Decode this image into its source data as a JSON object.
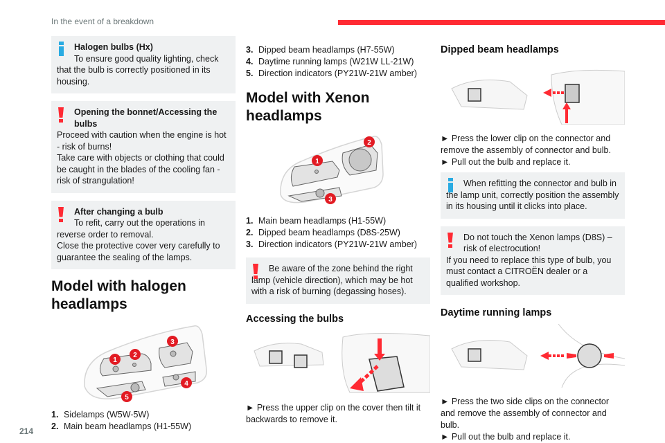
{
  "header": {
    "section_title": "In the event of a breakdown",
    "accent_color": "#ff2a33"
  },
  "footer": {
    "page_number": "214"
  },
  "colors": {
    "info_icon": "#29abe2",
    "warning_icon": "#ff2a33",
    "note_bg": "#eff1f2"
  },
  "column1": {
    "notes": [
      {
        "type": "info",
        "icon": "info-icon",
        "title": "Halogen bulbs (Hx)",
        "lines": [
          "To ensure good quality lighting, check that the bulb is correctly positioned in its housing."
        ]
      },
      {
        "type": "warning",
        "icon": "warning-icon",
        "title": "Opening the bonnet/Accessing the bulbs",
        "lines": [
          "Proceed with caution when the engine is hot - risk of burns!",
          "Take care with objects or clothing that could be caught in the blades of the cooling fan - risk of strangulation!"
        ]
      },
      {
        "type": "warning",
        "icon": "warning-icon",
        "title": "After changing a bulb",
        "lines": [
          "To refit, carry out the operations in reverse order to removal.",
          "Close the protective cover very carefully to guarantee the sealing of the lamps."
        ]
      }
    ],
    "heading": "Model with halogen headlamps",
    "diagram_labels": [
      "1",
      "2",
      "3",
      "4",
      "5"
    ],
    "list": [
      {
        "num": "1.",
        "text": "Sidelamps (W5W-5W)"
      },
      {
        "num": "2.",
        "text": "Main beam headlamps (H1-55W)"
      }
    ]
  },
  "column2": {
    "list_cont": [
      {
        "num": "3.",
        "text": "Dipped beam headlamps (H7-55W)"
      },
      {
        "num": "4.",
        "text": "Daytime running lamps (W21W LL-21W)"
      },
      {
        "num": "5.",
        "text": "Direction indicators (PY21W-21W amber)"
      }
    ],
    "heading": "Model with Xenon headlamps",
    "diagram_labels": [
      "1",
      "2",
      "3"
    ],
    "list": [
      {
        "num": "1.",
        "text": "Main beam headlamps (H1-55W)"
      },
      {
        "num": "2.",
        "text": "Dipped beam headlamps (D8S-25W)"
      },
      {
        "num": "3.",
        "text": "Direction indicators (PY21W-21W amber)"
      }
    ],
    "warning": {
      "icon": "warning-icon",
      "text": "Be aware of the zone behind the right lamp (vehicle direction), which may be hot with a risk of burning (degassing hoses)."
    },
    "subheading": "Accessing the bulbs",
    "step": "► Press the upper clip on the cover then tilt it backwards to remove it."
  },
  "column3": {
    "subheading1": "Dipped beam headlamps",
    "steps1": [
      "► Press the lower clip on the connector and remove the assembly of connector and bulb.",
      "► Pull out the bulb and replace it."
    ],
    "info": {
      "icon": "info-icon",
      "text": "When refitting the connector and bulb in the lamp unit, correctly position the assembly in its housing until it clicks into place."
    },
    "warning": {
      "icon": "warning-icon",
      "text1": "Do not touch the Xenon lamps (D8S) – risk of electrocution!",
      "text2": "If you need to replace this type of bulb, you must contact a CITROËN dealer or a qualified workshop."
    },
    "subheading2": "Daytime running lamps",
    "steps2": [
      "► Press the two side clips on the connector and remove the assembly of connector and bulb.",
      "► Pull out the bulb and replace it."
    ]
  }
}
